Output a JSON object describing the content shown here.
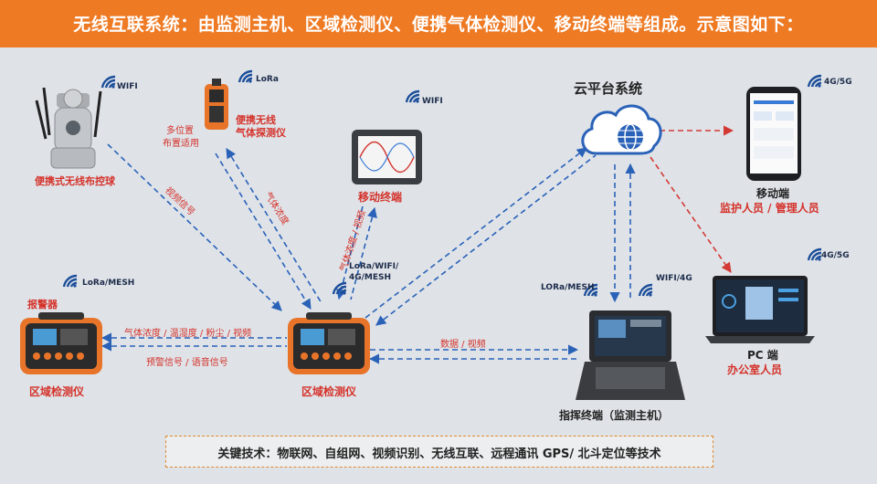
{
  "banner": {
    "title": "无线互联系统：由监测主机、区域检测仪、便携气体检测仪、移动终端等组成。示意图如下："
  },
  "nodes": {
    "ball_camera": {
      "label": "便携式无线布控球",
      "signal": "WIFI"
    },
    "portable_detector": {
      "label_line1": "便携无线",
      "label_line2": "气体探测仪",
      "side_line1": "多位置",
      "side_line2": "布置适用",
      "signal": "LoRa"
    },
    "tablet": {
      "label": "移动终端",
      "signal": "WIFI"
    },
    "cloud": {
      "label": "云平台系统"
    },
    "mobile": {
      "label": "移动端",
      "sub": "监护人员 / 管理人员",
      "signal": "4G/5G"
    },
    "pc": {
      "label": "PC 端",
      "sub": "办公室人员",
      "signal": "4G/5G"
    },
    "area_left": {
      "label": "区域检测仪",
      "alarm": "报警器",
      "signal": "LoRa/MESH"
    },
    "area_center": {
      "label": "区域检测仪",
      "signal": "LoRa/WIFI/ 4G/MESH"
    },
    "host": {
      "label": "指挥终端（监测主机）",
      "signal_left": "LORa/MESH",
      "signal_right": "WIFI/4G"
    }
  },
  "links": {
    "video_signal": "视频信号",
    "gas_conc": "气体浓度",
    "gas_video": "气体浓度 / 视频",
    "left_top": "气体浓度 / 温湿度 / 粉尘 / 视频",
    "left_bottom": "预警信号 / 语音信号",
    "data_video": "数据 / 视频"
  },
  "footer": {
    "key_tech": "关键技术：物联网、自组网、视频识别、无线互联、远程通讯 GPS/ 北斗定位等技术"
  },
  "colors": {
    "banner": "#ee7a24",
    "accent_red": "#d5322a",
    "arrow_blue": "#2a62b8",
    "arrow_red": "#d33a35",
    "device_orange": "#e8742a"
  }
}
